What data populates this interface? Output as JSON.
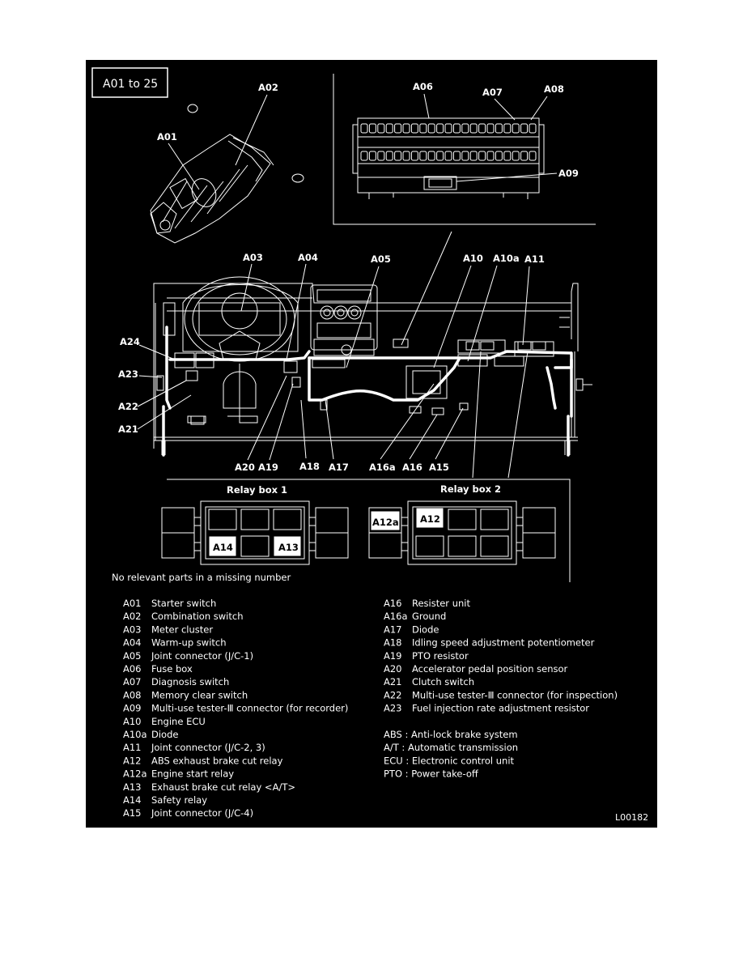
{
  "title_box": "A01 to 25",
  "callouts": {
    "A01": "A01",
    "A02": "A02",
    "A03": "A03",
    "A04": "A04",
    "A05": "A05",
    "A06": "A06",
    "A07": "A07",
    "A08": "A08",
    "A09": "A09",
    "A10": "A10",
    "A10a": "A10a",
    "A11": "A11",
    "A15": "A15",
    "A16": "A16",
    "A16a": "A16a",
    "A17": "A17",
    "A18": "A18",
    "A19": "A19",
    "A20": "A20",
    "A21": "A21",
    "A22": "A22",
    "A23": "A23",
    "A24": "A24"
  },
  "relay_box_1": {
    "title": "Relay box 1",
    "slot_a14": "A14",
    "slot_a13": "A13"
  },
  "relay_box_2": {
    "title": "Relay box 2",
    "slot_a12a": "A12a",
    "slot_a12": "A12"
  },
  "note": "No relevant parts in a missing number",
  "legend_left": [
    {
      "code": "A01",
      "desc": "Starter switch"
    },
    {
      "code": "A02",
      "desc": "Combination switch"
    },
    {
      "code": "A03",
      "desc": "Meter cluster"
    },
    {
      "code": "A04",
      "desc": "Warm-up switch"
    },
    {
      "code": "A05",
      "desc": "Joint connector (J/C-1)"
    },
    {
      "code": "A06",
      "desc": "Fuse box"
    },
    {
      "code": "A07",
      "desc": "Diagnosis switch"
    },
    {
      "code": "A08",
      "desc": "Memory clear switch"
    },
    {
      "code": "A09",
      "desc": "Multi-use tester-Ⅲ connector (for recorder)"
    },
    {
      "code": "A10",
      "desc": "Engine ECU"
    },
    {
      "code": "A10a",
      "desc": "Diode"
    },
    {
      "code": "A11",
      "desc": "Joint connector (J/C-2, 3)"
    },
    {
      "code": "A12",
      "desc": "ABS exhaust brake cut relay"
    },
    {
      "code": "A12a",
      "desc": "Engine start relay"
    },
    {
      "code": "A13",
      "desc": "Exhaust brake cut relay <A/T>"
    },
    {
      "code": "A14",
      "desc": "Safety relay"
    },
    {
      "code": "A15",
      "desc": "Joint connector (J/C-4)"
    }
  ],
  "legend_right": [
    {
      "code": "A16",
      "desc": "Resister unit"
    },
    {
      "code": "A16a",
      "desc": "Ground"
    },
    {
      "code": "A17",
      "desc": "Diode"
    },
    {
      "code": "A18",
      "desc": "Idling speed adjustment potentiometer"
    },
    {
      "code": "A19",
      "desc": "PTO resistor"
    },
    {
      "code": "A20",
      "desc": "Accelerator pedal position sensor"
    },
    {
      "code": "A21",
      "desc": "Clutch switch"
    },
    {
      "code": "A22",
      "desc": "Multi-use tester-Ⅲ connector (for inspection)"
    },
    {
      "code": "A23",
      "desc": "Fuel injection rate adjustment resistor"
    }
  ],
  "abbreviations": [
    "ABS : Anti-lock brake system",
    "A/T : Automatic transmission",
    "ECU : Electronic control unit",
    "PTO : Power take-off"
  ],
  "figure_code": "L00182"
}
